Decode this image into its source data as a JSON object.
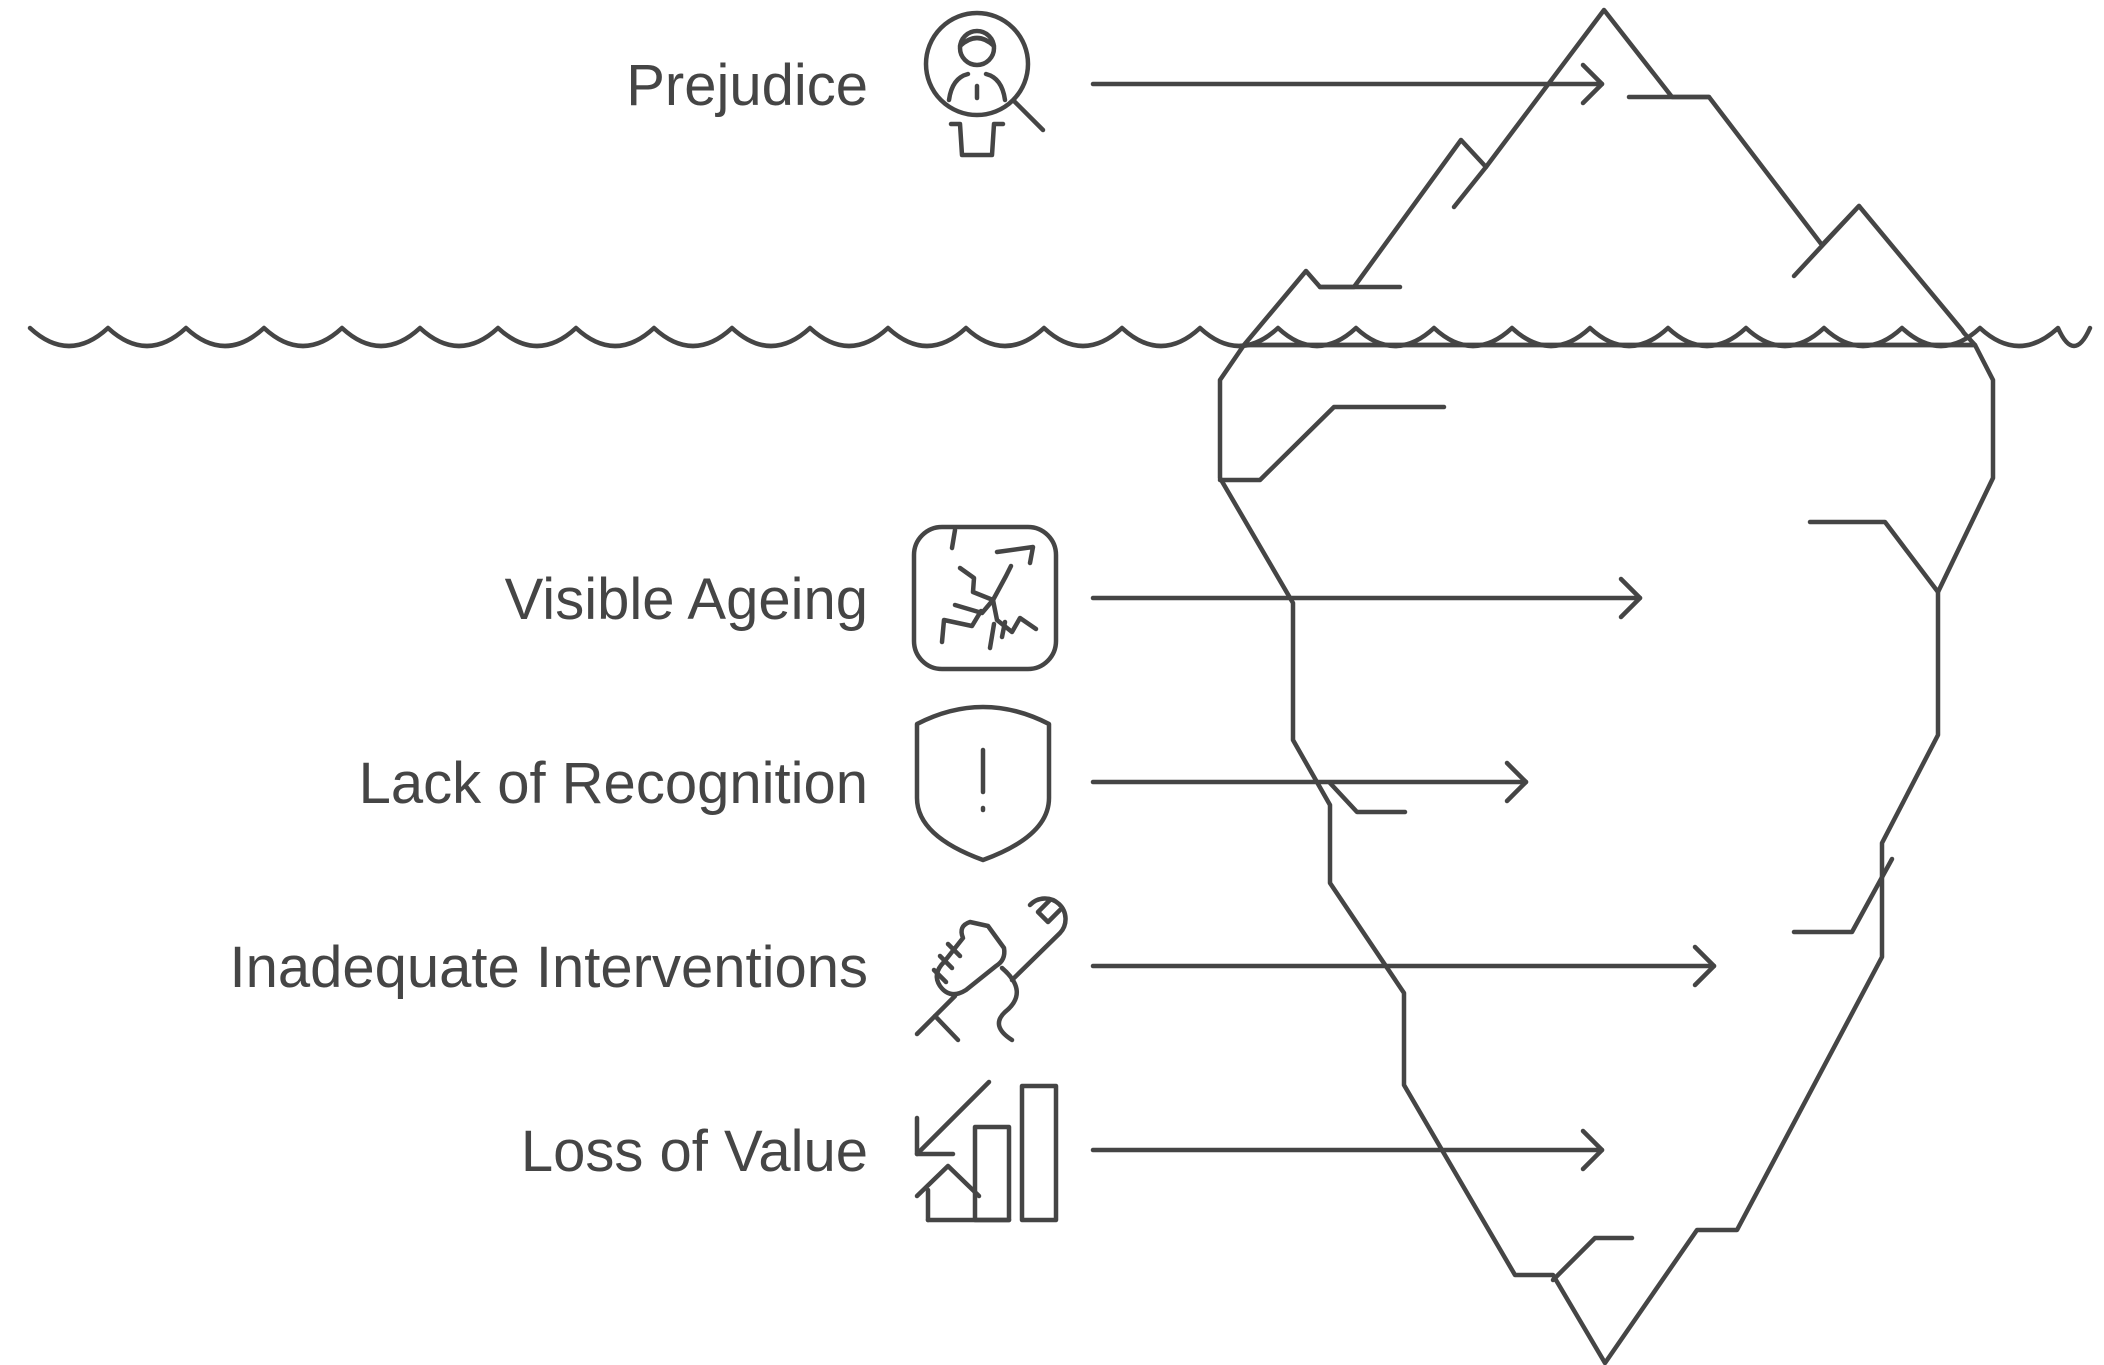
{
  "items": [
    {
      "label": "Prejudice",
      "icon": "magnifier-person-icon"
    },
    {
      "label": "Visible Ageing",
      "icon": "cracked-tile-icon"
    },
    {
      "label": "Lack of Recognition",
      "icon": "shield-alert-icon"
    },
    {
      "label": "Inadequate Interventions",
      "icon": "hand-wrench-icon"
    },
    {
      "label": "Loss of Value",
      "icon": "house-value-decline-icon"
    }
  ],
  "colors": {
    "ink": "#454545",
    "tip_top": "#9c9c9c",
    "tip_bottom": "#b6b6b6",
    "body_top": "#676767",
    "body_bottom": "#4e4e4e",
    "background": "#ffffff"
  }
}
